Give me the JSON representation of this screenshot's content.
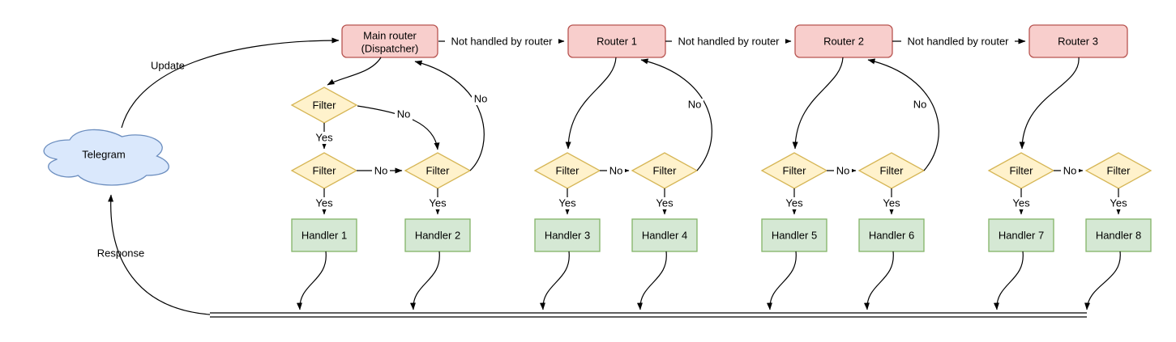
{
  "diagram": {
    "cloud_label": "Telegram",
    "edge_labels": {
      "update": "Update",
      "response": "Response",
      "not_handled": "Not handled by router",
      "yes": "Yes",
      "no": "No"
    },
    "main_router": {
      "line1": "Main router",
      "line2": "(Dispatcher)"
    },
    "routers": [
      "Router 1",
      "Router 2",
      "Router 3"
    ],
    "filter_label": "Filter",
    "handlers": [
      "Handler 1",
      "Handler 2",
      "Handler 3",
      "Handler 4",
      "Handler 5",
      "Handler 6",
      "Handler 7",
      "Handler 8"
    ],
    "colors": {
      "router_fill": "#f8cecc",
      "router_stroke": "#b85450",
      "filter_fill": "#fff2cc",
      "filter_stroke": "#d6b656",
      "handler_fill": "#d5e8d4",
      "handler_stroke": "#82b366",
      "cloud_fill": "#dae8fc",
      "cloud_stroke": "#6c8ebf",
      "edge_stroke": "#000000",
      "label_background": "#ffffff"
    }
  }
}
